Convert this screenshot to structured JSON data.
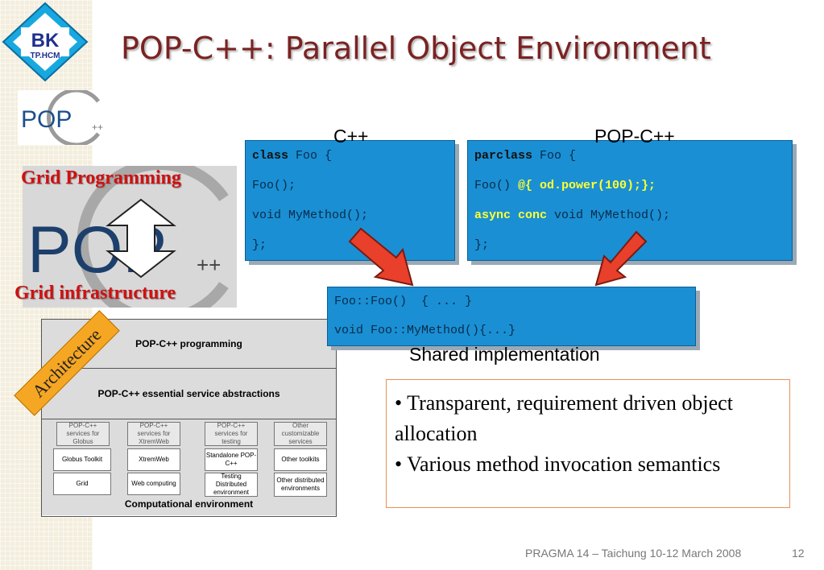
{
  "slide": {
    "title": "POP-C++: Parallel Object Environment",
    "logos": {
      "bk_text_top": "BK",
      "bk_text_bottom": "TP.HCM",
      "pop_small_text": "POP",
      "pop_small_sup": "++",
      "pop_big_text": "POP",
      "pop_big_sup": "++"
    },
    "left_labels": {
      "grid_programming": "Grid Programming",
      "grid_infrastructure": "Grid infrastructure"
    },
    "arch_tag": "Architecture",
    "architecture": {
      "top": "POP-C++ programming",
      "middle": "POP-C++ essential service abstractions",
      "services": [
        "POP-C++ services for Globus",
        "POP-C++ services for XtremWeb",
        "POP-C++ services for testing",
        "Other customizable services"
      ],
      "toolkits": [
        "Globus Toolkit",
        "XtremWeb",
        "Standalone POP-C++",
        "Other toolkits"
      ],
      "envs": [
        "Grid",
        "Web computing",
        "Testing Distributed environment",
        "Other distributed environments"
      ],
      "bottom": "Computational environment"
    },
    "code_labels": {
      "cpp": "C++",
      "popcpp": "POP-C++",
      "shared": "Shared implementation"
    },
    "cpp_code": {
      "l1_kw": "class",
      "l1_rest": " Foo {",
      "l2": "Foo();",
      "l3": "void MyMethod();",
      "l4": "};"
    },
    "pop_code": {
      "l1_kw": "parclass",
      "l1_rest": " Foo {",
      "l2_a": "Foo() ",
      "l2_b": "@{ od.power(100);};",
      "l3_kw": "async conc",
      "l3_rest": " void MyMethod();",
      "l4": "};"
    },
    "shared_code": {
      "l1": "Foo::Foo()  { ... }",
      "l2": "void Foo::MyMethod(){...}"
    },
    "bullets": [
      "• Transparent, requirement driven object allocation",
      "• Various method invocation semantics"
    ],
    "footer": "PRAGMA 14 – Taichung 10-12 March 2008",
    "page_number": "12"
  },
  "colors": {
    "title": "#7a2222",
    "code_box": "#1a8fd4",
    "red_label": "#d01010",
    "arrow": "#e8402a",
    "bullet_border": "#e88f5a"
  }
}
